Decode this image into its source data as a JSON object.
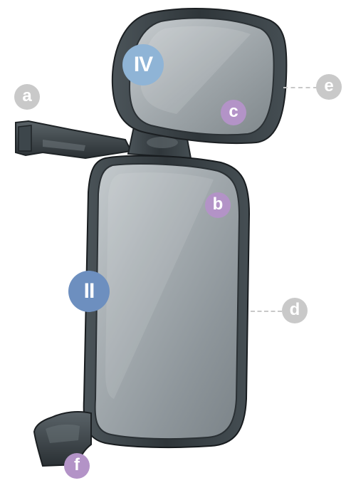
{
  "colors": {
    "roman_badge": "#8fb4d6",
    "roman_badge_dark": "#6d8fbf",
    "purple_badge": "#b393c7",
    "grey_badge": "#c9c9c9",
    "housing": "#3a4247",
    "glass": "#9aa2a6"
  },
  "labels": {
    "iv": "IV",
    "ii": "II",
    "a": "a",
    "b": "b",
    "c": "c",
    "d": "d",
    "e": "e",
    "f": "f"
  }
}
